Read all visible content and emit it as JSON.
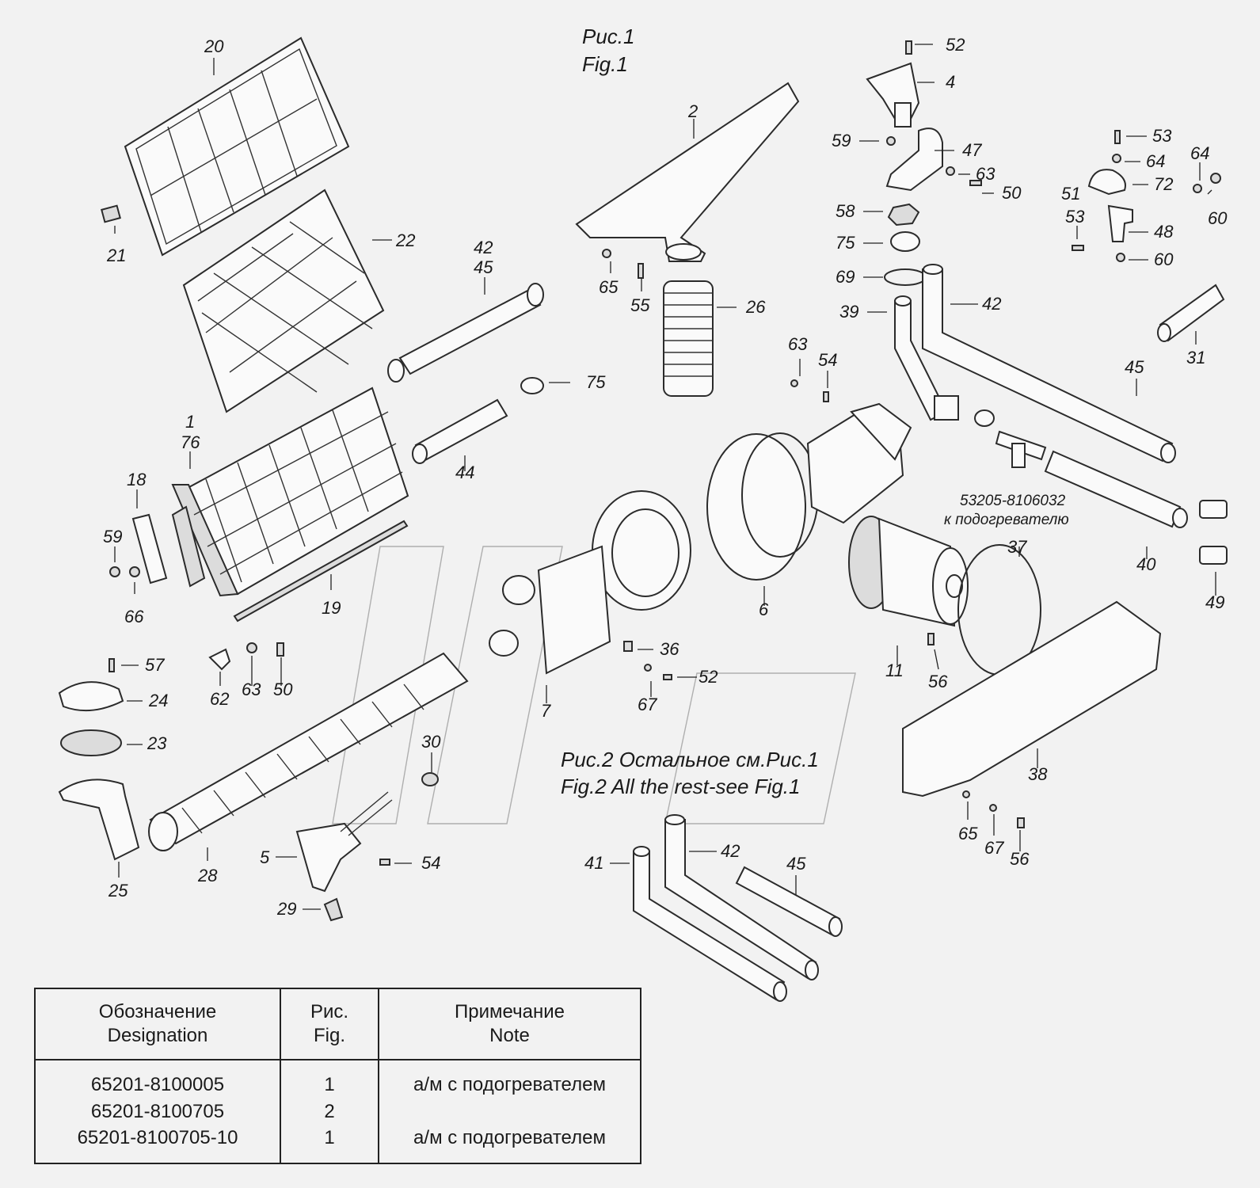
{
  "figure_captions": {
    "fig1_ru": "Рис.1",
    "fig1_en": "Fig.1",
    "fig2_ru": "Рис.2 Остальное см.Рис.1",
    "fig2_en": "Fig.2 All the rest-see Fig.1"
  },
  "heater_note": {
    "code": "53205-8106032",
    "text": "к подогревателю"
  },
  "callouts": [
    "20",
    "21",
    "22",
    "42",
    "45",
    "1",
    "76",
    "18",
    "59",
    "66",
    "19",
    "44",
    "75",
    "2",
    "65",
    "55",
    "26",
    "52",
    "4",
    "59",
    "47",
    "63",
    "50",
    "58",
    "75",
    "69",
    "39",
    "42",
    "53",
    "64",
    "64",
    "51",
    "72",
    "60",
    "53",
    "48",
    "60",
    "31",
    "45",
    "63",
    "54",
    "6",
    "11",
    "56",
    "37",
    "40",
    "49",
    "38",
    "36",
    "67",
    "52",
    "7",
    "57",
    "24",
    "62",
    "63",
    "50",
    "23",
    "30",
    "25",
    "28",
    "5",
    "54",
    "29",
    "65",
    "67",
    "56",
    "41",
    "42",
    "45"
  ],
  "table": {
    "headers": [
      {
        "ru": "Обозначение",
        "en": "Designation"
      },
      {
        "ru": "Рис.",
        "en": "Fig."
      },
      {
        "ru": "Примечание",
        "en": "Note"
      }
    ],
    "rows": [
      {
        "designation": "65201-8100005",
        "fig": "1",
        "note": "а/м с подогревателем"
      },
      {
        "designation": "65201-8100705",
        "fig": "2",
        "note": ""
      },
      {
        "designation": "65201-8100705-10",
        "fig": "1",
        "note": "а/м с подогревателем"
      }
    ]
  }
}
